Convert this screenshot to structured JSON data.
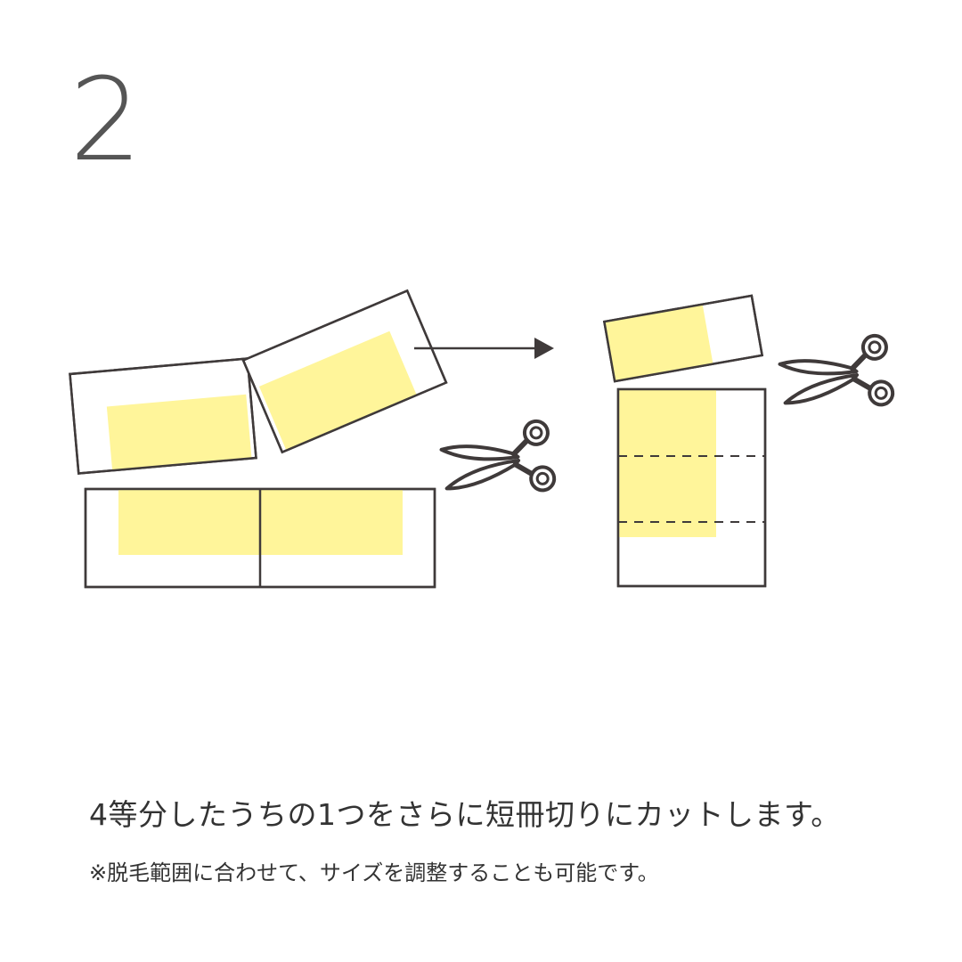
{
  "step": {
    "number": "2"
  },
  "caption": "4等分したうちの1つをさらに短冊切りにカットします。",
  "note": "※脱毛範囲に合わせて、サイズを調整することも可能です。",
  "colors": {
    "outline": "#3f3a3a",
    "wax_yellow": "#fff59a",
    "background": "#ffffff"
  },
  "icons": [
    "scissors-icon",
    "arrow-right-icon"
  ]
}
